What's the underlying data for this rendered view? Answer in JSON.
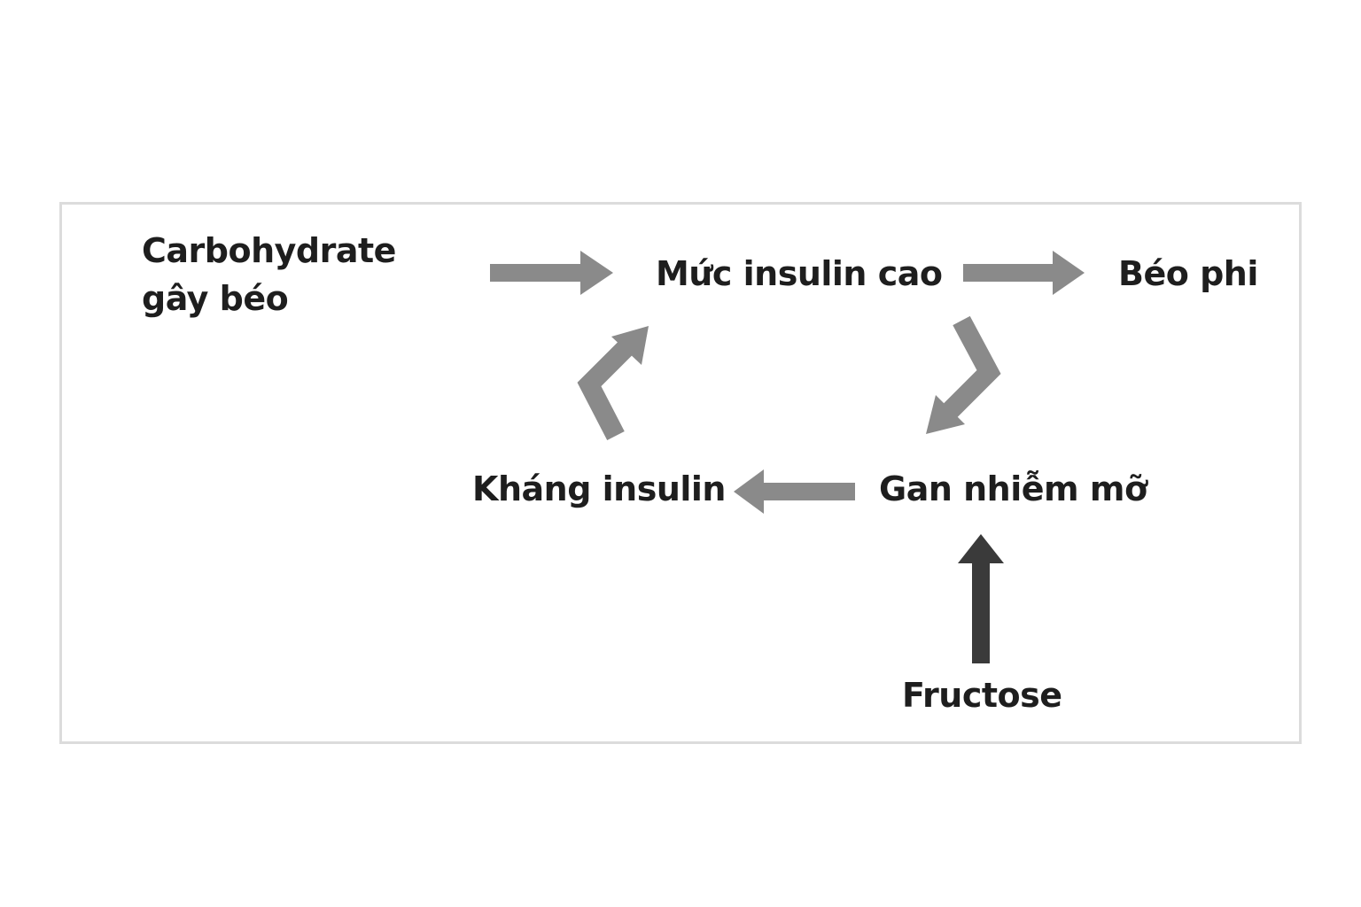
{
  "nodes": {
    "carbohydrate_line1": "Carbohydrate",
    "carbohydrate_line2": "gây béo",
    "high_insulin": "Mức insulin cao",
    "obesity": "Béo phi",
    "insulin_resistance": "Kháng insulin",
    "fatty_liver": "Gan nhiễm mỡ",
    "fructose": "Fructose"
  },
  "colors": {
    "arrow_gray": "#8a8a8a",
    "arrow_dark": "#3a3a3a",
    "text": "#1e1e1e",
    "frame_border": "#dcdcdc"
  }
}
